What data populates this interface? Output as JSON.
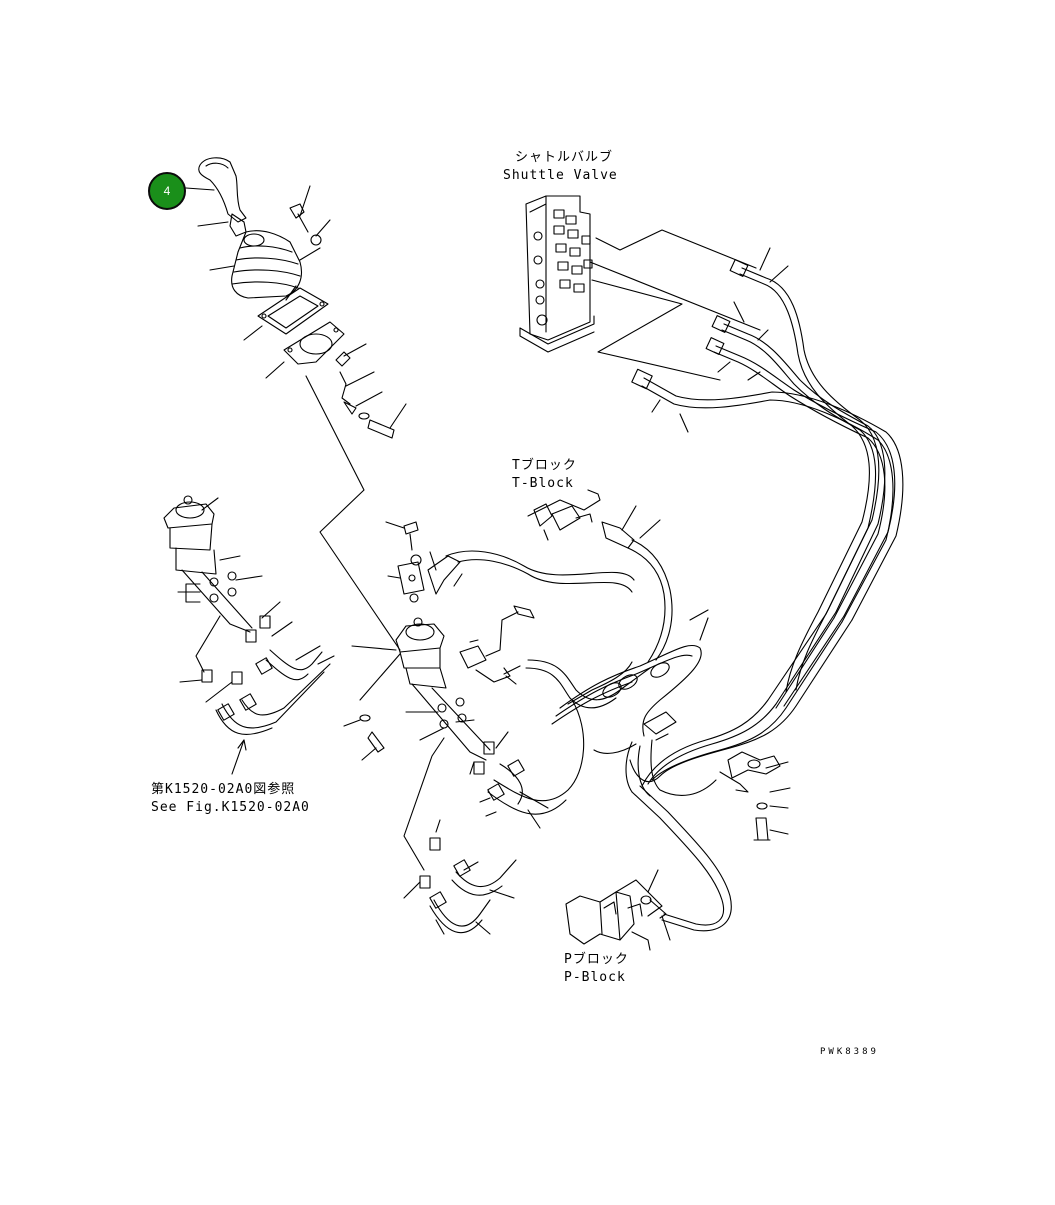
{
  "callout": {
    "number": "4",
    "color": "#1a8f1a"
  },
  "labels": {
    "shuttle_valve_jp": "シャトルバルブ",
    "shuttle_valve_en": "Shuttle Valve",
    "t_block_jp": "Tブロック",
    "t_block_en": "T-Block",
    "p_block_jp": "Pブロック",
    "p_block_en": "P-Block",
    "see_fig_jp": "第K1520-02A0図参照",
    "see_fig_en": "See Fig.K1520-02A0"
  },
  "drawing_code": "PWK8389"
}
